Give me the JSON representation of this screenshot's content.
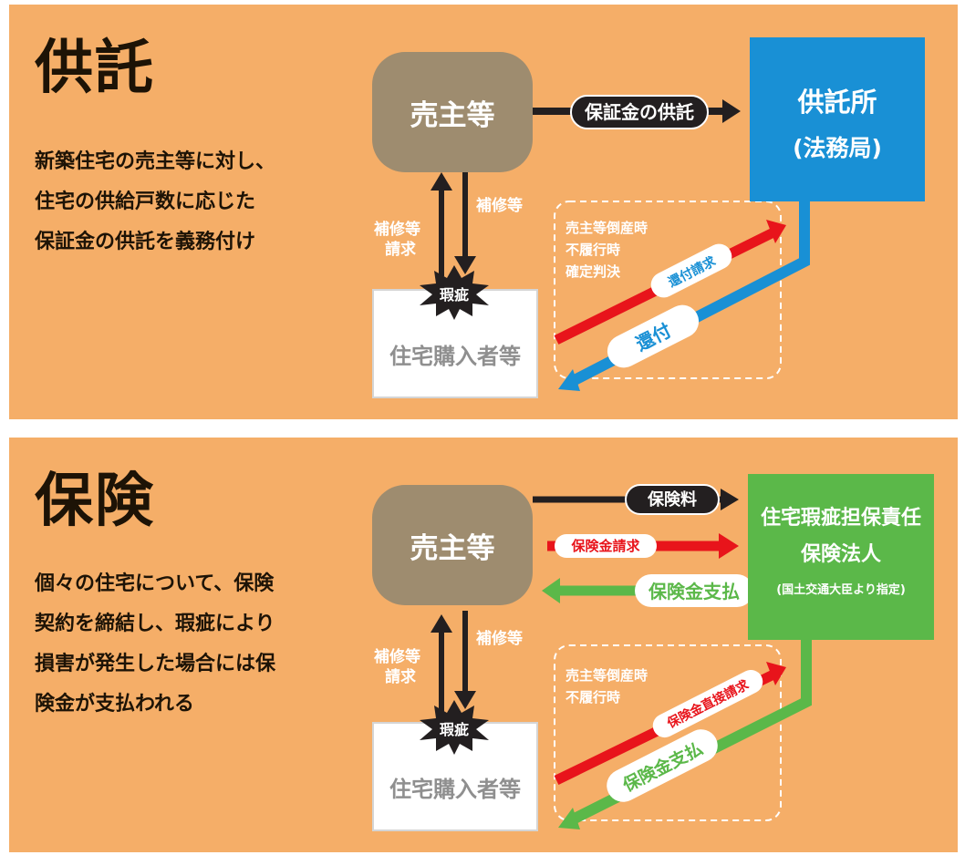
{
  "top": {
    "title": "供託",
    "desc": [
      "新築住宅の売主等に対し、",
      "住宅の供給戸数に応じた",
      "保証金の供託を義務付け"
    ],
    "seller": "売主等",
    "arrow_deposit": "保証金の供託",
    "office_line1": "供託所",
    "office_line2": "(法務局)",
    "repair": "補修等",
    "repair_request_1": "補修等",
    "repair_request_2": "請求",
    "defect": "瑕疵",
    "buyer": "住宅購入者等",
    "conditions": [
      "売主等倒産時",
      "不履行時",
      "確定判決"
    ],
    "refund_request": "還付請求",
    "refund": "還付"
  },
  "bottom": {
    "title": "保険",
    "desc": [
      "個々の住宅について、保険",
      "契約を締結し、瑕疵により",
      "損害が発生した場合には保",
      "険金が支払われる"
    ],
    "seller": "売主等",
    "premium": "保険料",
    "claim": "保険金請求",
    "payout": "保険金支払",
    "insurer_line1": "住宅瑕疵担保責任",
    "insurer_line2": "保険法人",
    "insurer_line3": "(国土交通大臣より指定)",
    "repair": "補修等",
    "repair_request_1": "補修等",
    "repair_request_2": "請求",
    "defect": "瑕疵",
    "buyer": "住宅購入者等",
    "conditions": [
      "売主等倒産時",
      "不履行時"
    ],
    "direct_claim": "保険金直接請求",
    "direct_payout": "保険金支払"
  },
  "colors": {
    "panel": "#f5ae68",
    "seller": "#9e8c6f",
    "deposit_office": "#1990d5",
    "insurer": "#5bb849",
    "red_arrow": "#e8141b",
    "dark": "#231f20"
  }
}
